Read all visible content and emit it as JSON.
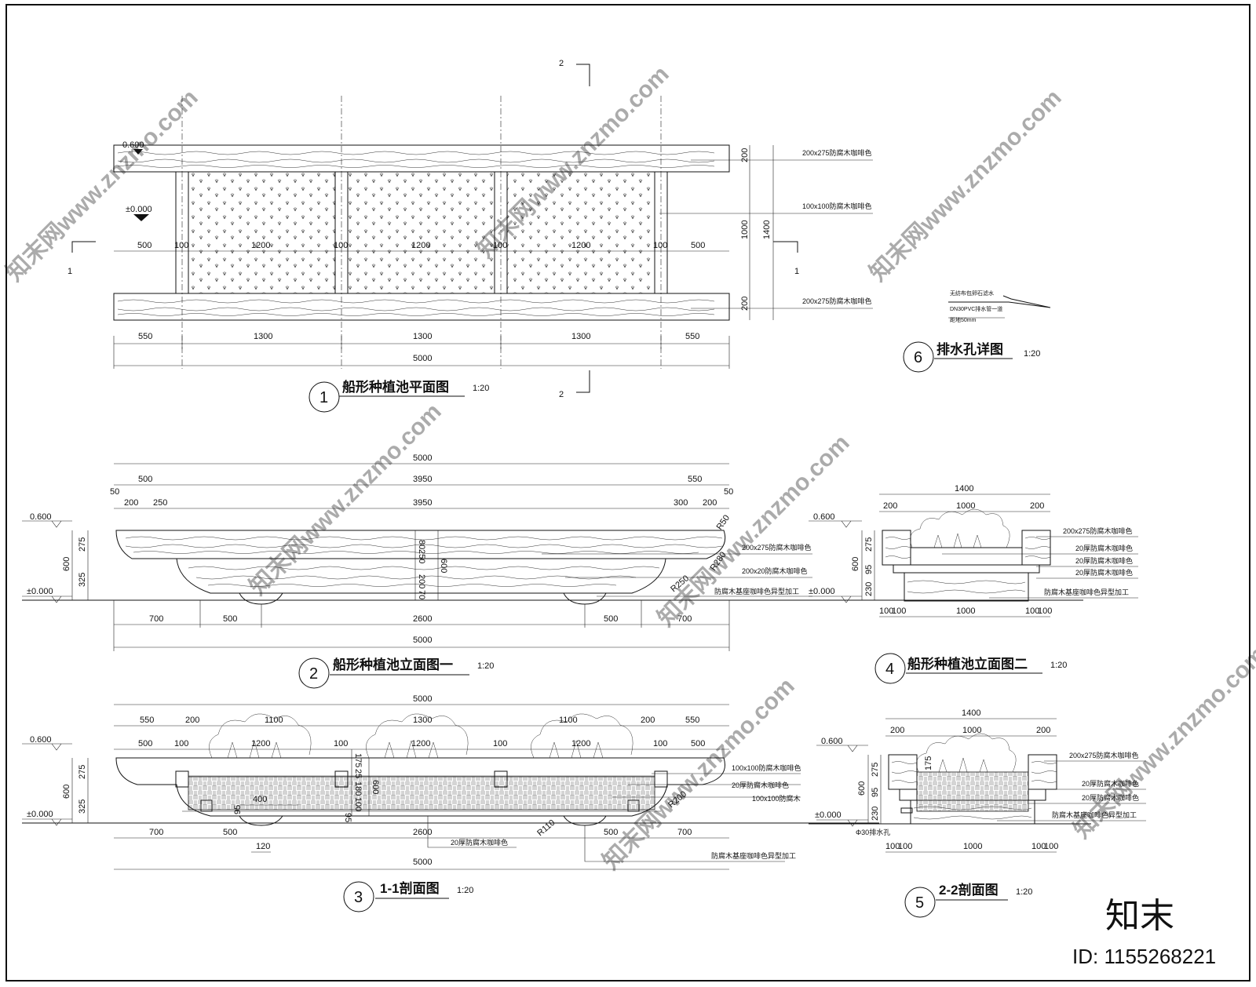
{
  "plan": {
    "number": "1",
    "title": "船形种植池平面图",
    "scale": "1:20",
    "level_top": "0.600",
    "level_ground": "±0.000",
    "section_mark_1": "1",
    "section_mark_2": "2",
    "dims_inner": [
      "500",
      "100",
      "1200",
      "100",
      "1200",
      "100",
      "1200",
      "100",
      "500"
    ],
    "dims_outer": [
      "550",
      "1300",
      "1300",
      "1300",
      "550"
    ],
    "total": "5000",
    "dims_right": [
      "200",
      "1000",
      "1400",
      "200"
    ],
    "notes": [
      "200x275防腐木咖啡色",
      "100x100防腐木咖啡色",
      "200x275防腐木咖啡色"
    ]
  },
  "drain": {
    "number": "6",
    "title": "排水孔详图",
    "scale": "1:20",
    "notes": [
      "无纺布包卵石滤水",
      "DN30PVC排水管一道",
      "距地50mm"
    ]
  },
  "elev1": {
    "number": "2",
    "title": "船形种植池立面图一",
    "scale": "1:20",
    "level_top": "0.600",
    "level_ground": "±0.000",
    "top_total": "5000",
    "row2": [
      "50",
      "500",
      "3950",
      "550",
      "50"
    ],
    "row3": [
      "200",
      "250",
      "3950",
      "300",
      "200"
    ],
    "left_dims": [
      "600",
      "275",
      "325"
    ],
    "mid_dims": [
      "80",
      "250",
      "200",
      "70",
      "600"
    ],
    "radii": [
      "R50",
      "R280",
      "R250"
    ],
    "bottom_dims": [
      "700",
      "500",
      "2600",
      "500",
      "700"
    ],
    "bottom_total": "5000",
    "notes": [
      "200x275防腐木咖啡色",
      "200x20防腐木咖啡色",
      "防腐木基座咖啡色异型加工"
    ]
  },
  "elev2": {
    "number": "4",
    "title": "船形种植池立面图二",
    "scale": "1:20",
    "level_top": "0.600",
    "level_ground": "±0.000",
    "top_total": "1400",
    "top_dims": [
      "200",
      "1000",
      "200"
    ],
    "left_dims": [
      "600",
      "275",
      "95",
      "230"
    ],
    "bottom_dims": [
      "100",
      "100",
      "1000",
      "100",
      "100"
    ],
    "notes": [
      "200x275防腐木咖啡色",
      "20厚防腐木咖啡色",
      "20厚防腐木咖啡色",
      "20厚防腐木咖啡色",
      "防腐木基座咖啡色异型加工"
    ]
  },
  "sec11": {
    "number": "3",
    "title": "1-1剖面图",
    "scale": "1:20",
    "level_top": "0.600",
    "level_ground": "±0.000",
    "top_total": "5000",
    "top_dims": [
      "550",
      "200",
      "1100",
      "1300",
      "1100",
      "200",
      "550"
    ],
    "row3": [
      "500",
      "100",
      "1200",
      "100",
      "1200",
      "100",
      "1200",
      "100",
      "500"
    ],
    "left_dims": [
      "600",
      "275",
      "325"
    ],
    "mid_dims": [
      "175",
      "25",
      "180",
      "100",
      "95",
      "600"
    ],
    "small_dims": [
      "400",
      "95",
      "120"
    ],
    "radii": [
      "R200",
      "R110"
    ],
    "bottom_dims": [
      "700",
      "500",
      "2600",
      "500",
      "700"
    ],
    "bottom_total": "5000",
    "notes": [
      "100x100防腐木咖啡色",
      "20厚防腐木咖啡色",
      "100x100防腐木",
      "20厚防腐木咖啡色",
      "防腐木基座咖啡色异型加工"
    ]
  },
  "sec22": {
    "number": "5",
    "title": "2-2剖面图",
    "scale": "1:20",
    "level_top": "0.600",
    "level_ground": "±0.000",
    "top_total": "1400",
    "top_dims": [
      "200",
      "1000",
      "200"
    ],
    "left_dims": [
      "600",
      "275",
      "95",
      "230"
    ],
    "inner_dim": "175",
    "drain_note": "Φ30排水孔",
    "bottom_dims": [
      "100",
      "100",
      "1000",
      "100",
      "100"
    ],
    "notes": [
      "200x275防腐木咖啡色",
      "20厚防腐木咖啡色",
      "20厚防腐木咖啡色",
      "防腐木基座咖啡色异型加工"
    ]
  },
  "watermark": {
    "site": "知末网www.znzmo.com",
    "brand": "知末",
    "id": "ID: 1155268221"
  }
}
